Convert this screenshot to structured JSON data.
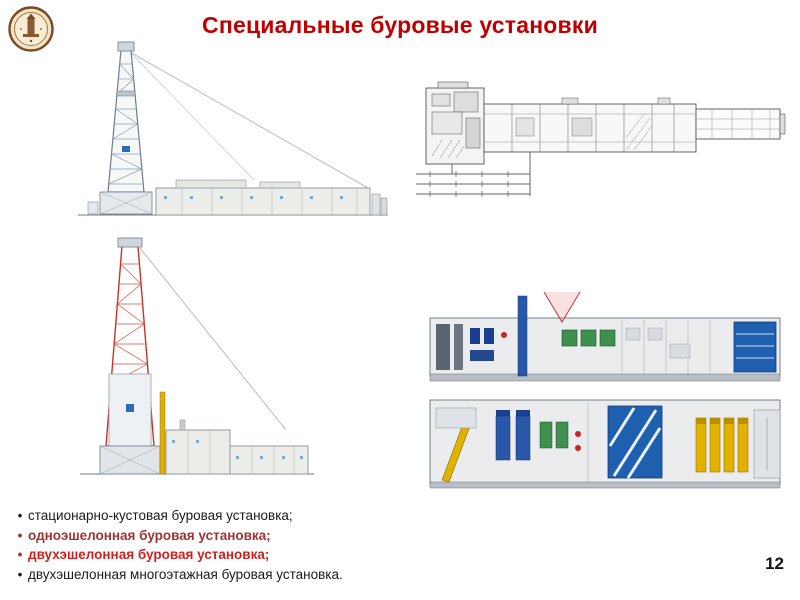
{
  "slide": {
    "title": "Специальные буровые установки",
    "page_number": "12"
  },
  "bullet_marker": "•",
  "bullets": [
    {
      "text": "стационарно-кустовая буровая установка;"
    },
    {
      "text": "одноэшелонная буровая установка;"
    },
    {
      "text": "двухэшелонная буровая установка;"
    },
    {
      "text": "двухэшелонная многоэтажная буровая установка."
    }
  ],
  "colors": {
    "title_red": "#C00000",
    "bullet_dark_red": "#A03333",
    "bullet_red": "#CC2222",
    "derrick_red": "#C63327",
    "machine_blue": "#1F5FB0",
    "machine_green": "#3F8F4F",
    "machine_yellow": "#E2B200"
  },
  "figures": {
    "top_left": "cluster-drilling-rig-elevation",
    "top_right": "single-echelon-rig-technical-drawing",
    "bottom_left": "echelon-drilling-rig-elevation",
    "bottom_right": "two-echelon-rig-plan-views"
  }
}
